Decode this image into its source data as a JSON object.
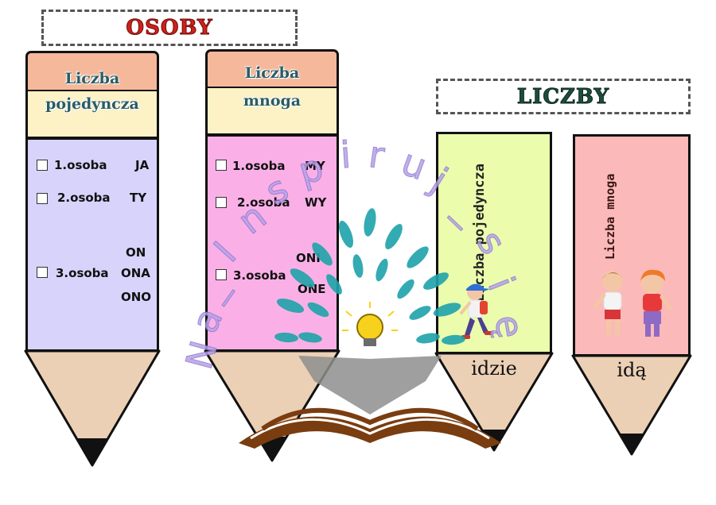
{
  "osoby_label": "OSOBY",
  "liczby_label": "LICZBY",
  "pencil_singular": {
    "title_line1": "Liczba",
    "title_line2": "pojedyncza",
    "rows": [
      {
        "label": "1.osoba",
        "pronouns": [
          "JA"
        ]
      },
      {
        "label": "2.osoba",
        "pronouns": [
          "TY"
        ]
      },
      {
        "label": "3.osoba",
        "pronouns": [
          "ON",
          "ONA",
          "ONO"
        ]
      }
    ]
  },
  "pencil_plural": {
    "title_line1": "Liczba",
    "title_line2": "mnoga",
    "rows": [
      {
        "label": "1.osoba",
        "pronouns": [
          "MY"
        ]
      },
      {
        "label": "2.osoba",
        "pronouns": [
          "WY"
        ]
      },
      {
        "label": "3.osoba",
        "pronouns": [
          "ONI",
          "ONE"
        ]
      }
    ]
  },
  "number_singular": {
    "label": "Liczba pojedyncza",
    "verb": "idzie"
  },
  "number_plural": {
    "label": "Liczba mnoga",
    "verb": "idą"
  },
  "watermark": "Na_Inspiruj_się",
  "colors": {
    "cap": "#f6b89a",
    "band": "#fdf2c6",
    "lavender": "#d8d3fb",
    "pink": "#fab0e6",
    "lime": "#ebfdad",
    "rose": "#fbb9b9",
    "wood": "#ecd0b5",
    "osoby_text": "#d0201c",
    "liczby_text": "#1d4d3a"
  }
}
